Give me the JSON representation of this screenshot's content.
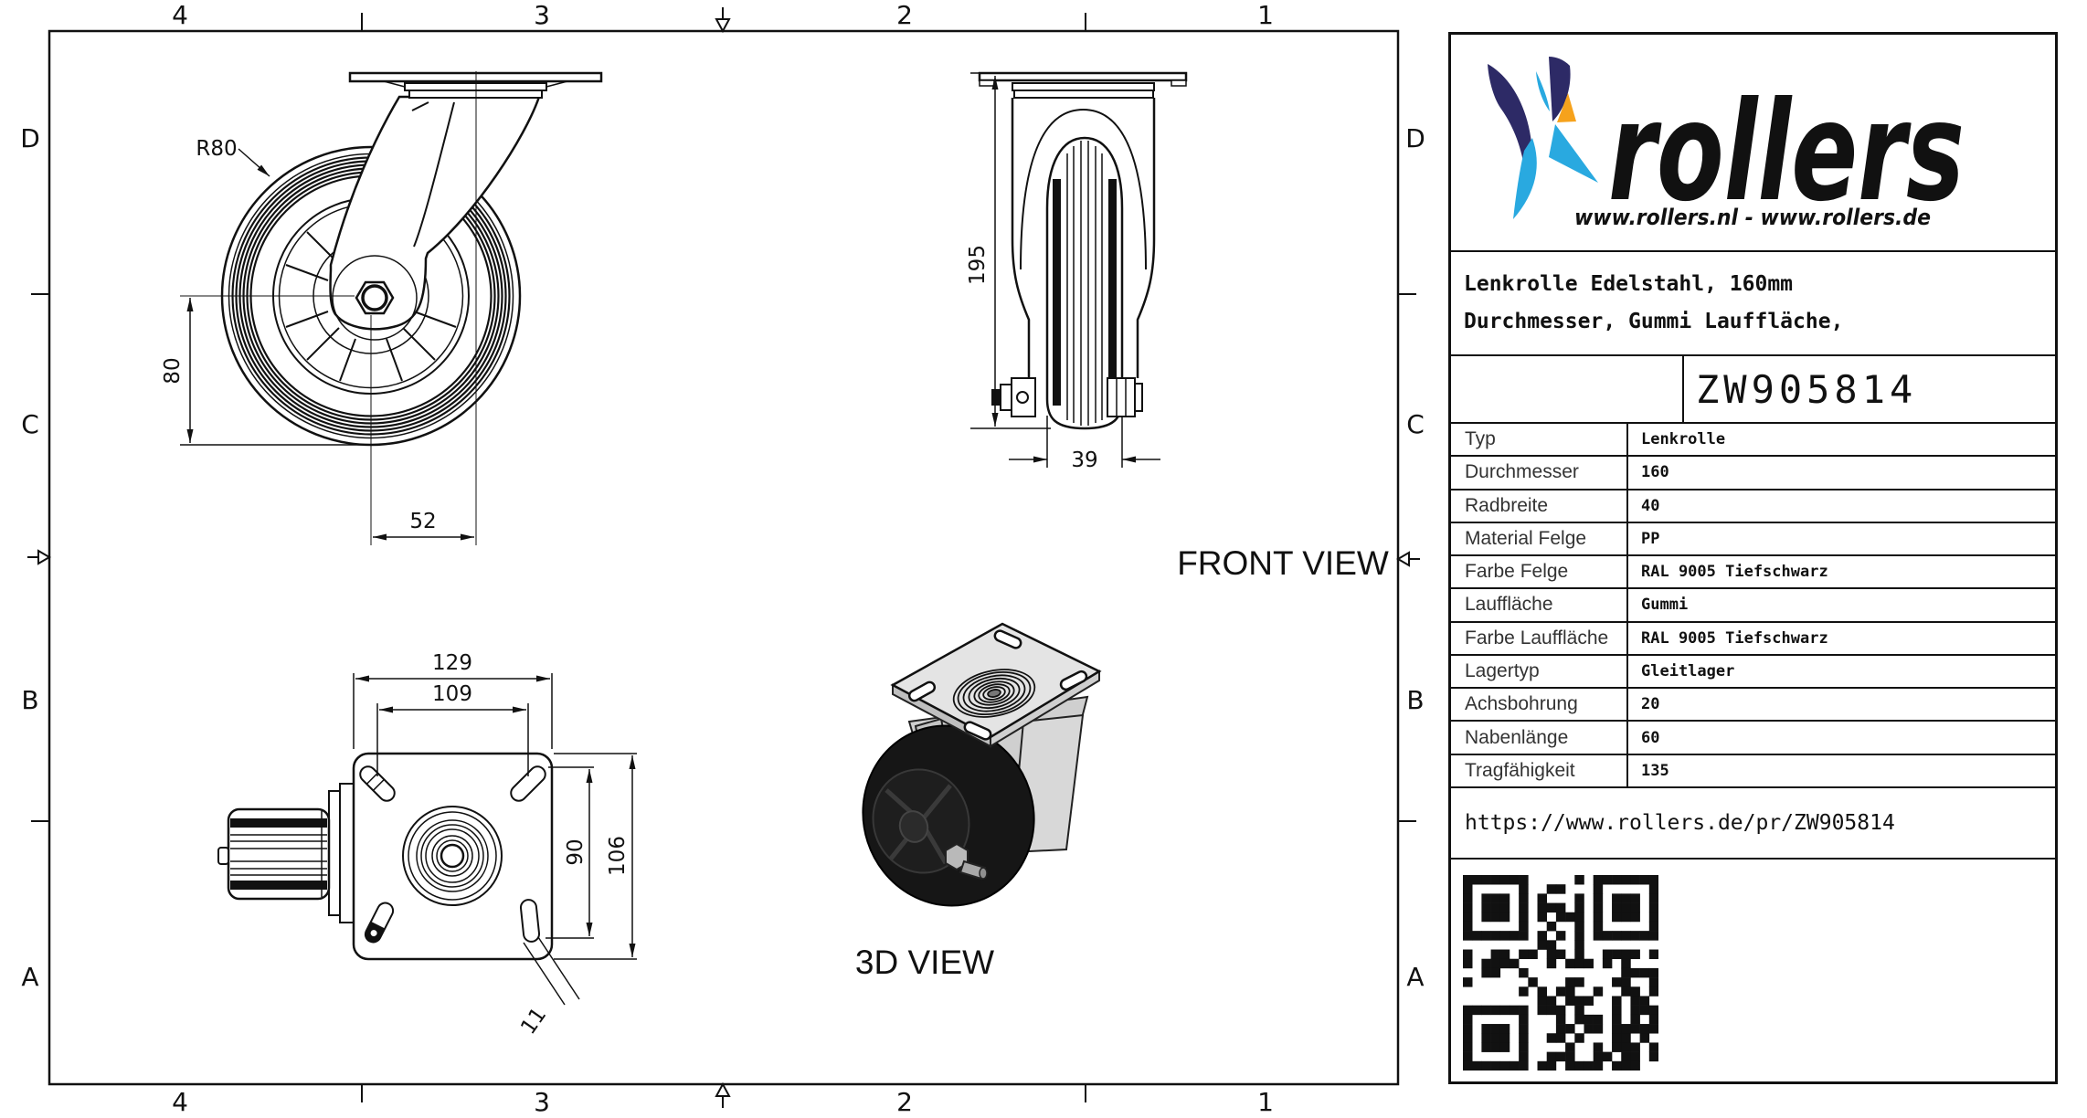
{
  "frame": {
    "cols": [
      "4",
      "3",
      "2",
      "1"
    ],
    "rows": [
      "D",
      "C",
      "B",
      "A"
    ]
  },
  "views": {
    "front": {
      "label": "FRONT VIEW",
      "dim_radius": "R80",
      "dim_height": "80",
      "dim_offset": "52"
    },
    "side": {
      "dim_total_height": "195",
      "dim_wheel_width": "39"
    },
    "plan": {
      "dim_plate_width": "129",
      "dim_bolt_spacing_x": "109",
      "dim_bolt_spacing_y": "90",
      "dim_plate_height": "106",
      "dim_slot_width": "11"
    },
    "iso": {
      "label": "3D VIEW"
    }
  },
  "titleblock": {
    "brand": "rollers",
    "brand_urls": "www.rollers.nl  -  www.rollers.de",
    "title_line1": "Lenkrolle Edelstahl, 160mm",
    "title_line2": "Durchmesser, Gummi Lauffläche,",
    "part_number": "ZW905814",
    "specs": [
      {
        "label": "Typ",
        "value": "Lenkrolle"
      },
      {
        "label": "Durchmesser",
        "value": "160"
      },
      {
        "label": "Radbreite",
        "value": "40"
      },
      {
        "label": "Material Felge",
        "value": "PP"
      },
      {
        "label": "Farbe Felge",
        "value": "RAL 9005 Tiefschwarz"
      },
      {
        "label": "Lauffläche",
        "value": "Gummi"
      },
      {
        "label": "Farbe Lauffläche",
        "value": "RAL 9005 Tiefschwarz"
      },
      {
        "label": "Lagertyp",
        "value": "Gleitlager"
      },
      {
        "label": "Achsbohrung",
        "value": "20"
      },
      {
        "label": "Nabenlänge",
        "value": "60"
      },
      {
        "label": "Tragfähigkeit",
        "value": "135"
      }
    ],
    "product_url": "https://www.rollers.de/pr/ZW905814",
    "colors": {
      "brand_blue": "#29a9e0",
      "brand_navy": "#2d2a66",
      "brand_orange": "#f6a21c"
    }
  }
}
